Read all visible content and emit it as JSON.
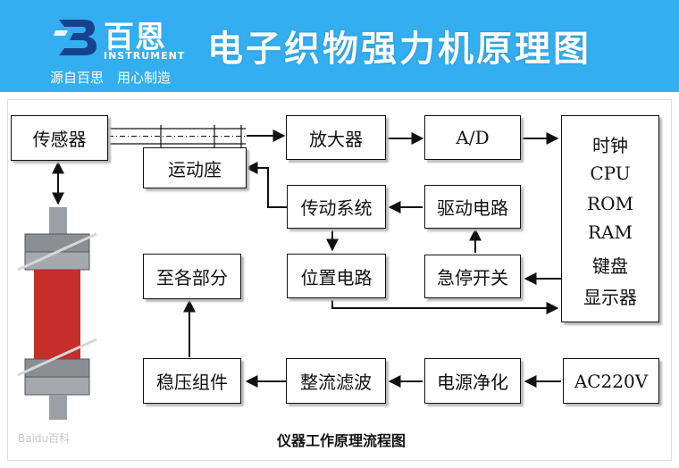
{
  "header": {
    "logo_name": "百恩",
    "logo_sub": "INSTRUMENT",
    "slogan": "源自百思　用心制造",
    "title": "电子织物强力机原理图"
  },
  "boxes": {
    "sensor": "传感器",
    "carriage": "运动座",
    "amplifier": "放大器",
    "ad": "A/D",
    "transmission": "传动系统",
    "drive_circuit": "驱动电路",
    "position_circuit": "位置电路",
    "emergency_stop": "急停开关",
    "to_parts": "至各部分",
    "regulator": "稳压组件",
    "rectifier_filter": "整流滤波",
    "power_purify": "电源净化",
    "ac_input": "AC220V"
  },
  "cpu_panel": [
    "时钟",
    "CPU",
    "ROM",
    "RAM",
    "键盘",
    "显示器"
  ],
  "caption": "仪器工作原理流程图",
  "watermark": "Baidu百科",
  "colors": {
    "header_bg": "#33aef0",
    "specimen_red": "#c62e2a",
    "clamp_gray": "#8a8f94"
  }
}
